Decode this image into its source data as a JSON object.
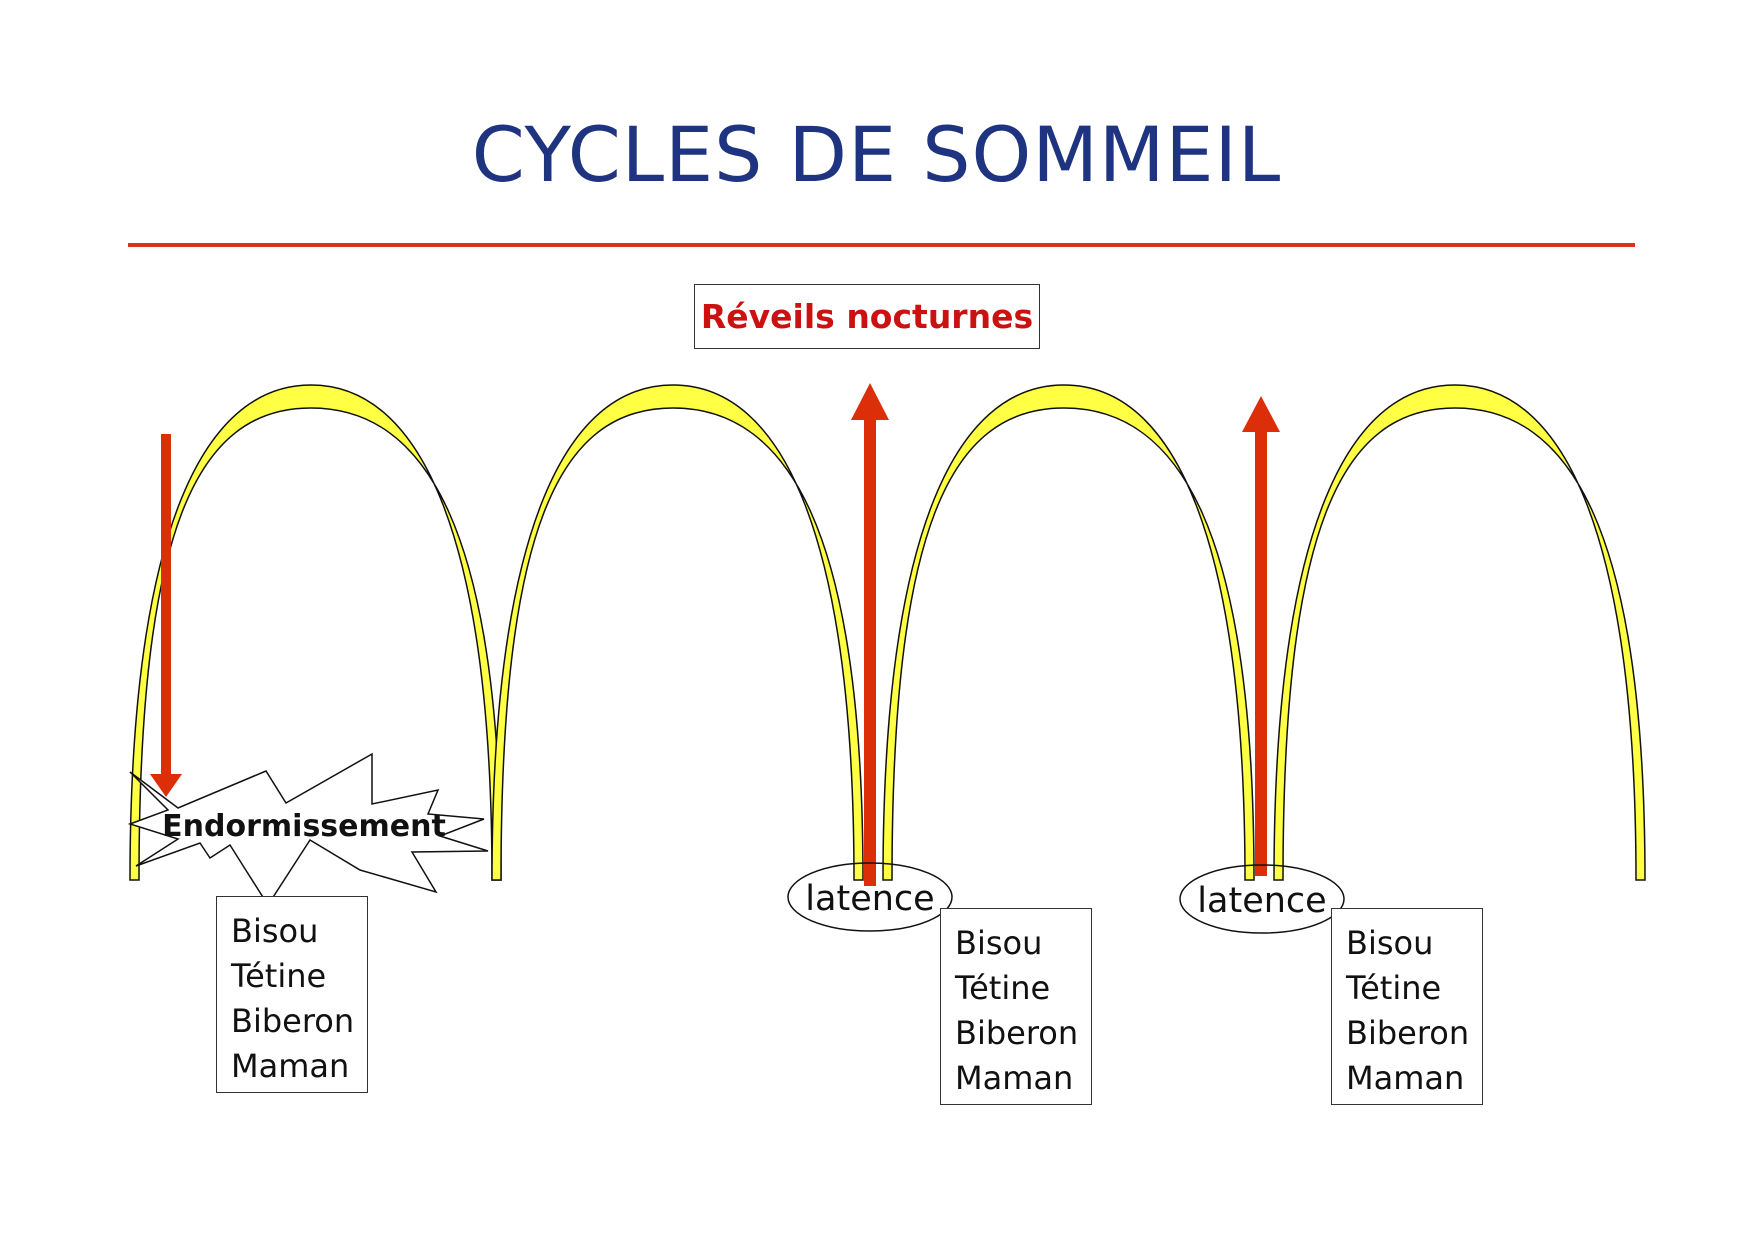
{
  "title": "CYCLES DE SOMMEIL",
  "awakening_label": "Réveils nocturnes",
  "sleep_onset_label": "Endormissement",
  "latency_label": "latence",
  "soothing_lists": [
    [
      "Bisou",
      "Tétine",
      "Biberon",
      "Maman"
    ],
    [
      "Bisou",
      "Tétine",
      "Biberon",
      "Maman"
    ],
    [
      "Bisou",
      "Tétine",
      "Biberon",
      "Maman"
    ]
  ],
  "colors": {
    "title": "#1f3480",
    "rule": "#d9341c",
    "arch_fill": "#ffff44",
    "arrow": "#dd2e0a",
    "awakening_text": "#cc1111"
  }
}
